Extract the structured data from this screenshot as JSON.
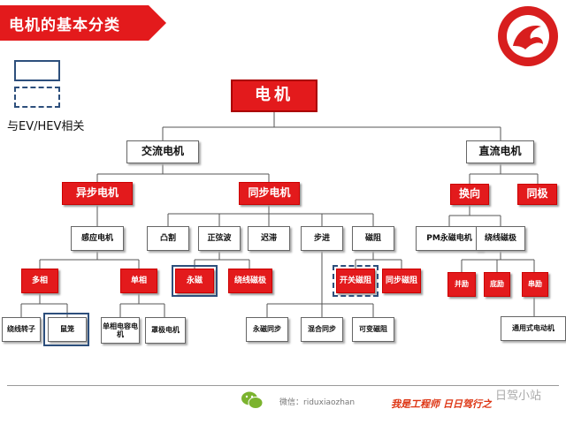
{
  "header": {
    "title": "电机的基本分类"
  },
  "legend": {
    "label": "与EV/HEV相关"
  },
  "tree": {
    "root": "电机",
    "ac": "交流电机",
    "dc": "直流电机",
    "async": "异步电机",
    "sync": "同步电机",
    "commutation": "换向",
    "homopolar": "同极",
    "induction": "感应电机",
    "polyphase": "多相",
    "singlephase": "单相",
    "wound_rotor": "绕线转子",
    "squirrel_cage": "鼠笼",
    "single_cap": "单相电容电机",
    "shaded_pole": "罩极电机",
    "salient": "凸割",
    "sine": "正弦波",
    "hysteresis": "迟滞",
    "stepper": "步进",
    "reluctance": "磁阻",
    "pm": "永磁",
    "wound_field": "绕线磁极",
    "pm_step": "永磁同步",
    "hybrid_step": "混合同步",
    "vr": "可变磁阻",
    "switched_rel": "开关磁阻",
    "sync_rel": "同步磁阻",
    "pm_dc": "PM永磁电机",
    "wound_dc": "绕线磁极",
    "sep_exc": "并励",
    "field_exc": "底励",
    "series_exc": "串励",
    "universal": "通用式电动机"
  },
  "footer": {
    "wechat": "微信：riduxiaozhan",
    "slogan": "我是工程师 日日驾行之",
    "watermark": "日驾小站"
  },
  "colors": {
    "accent": "#e31a1c",
    "outline": "#2d4f7c"
  }
}
